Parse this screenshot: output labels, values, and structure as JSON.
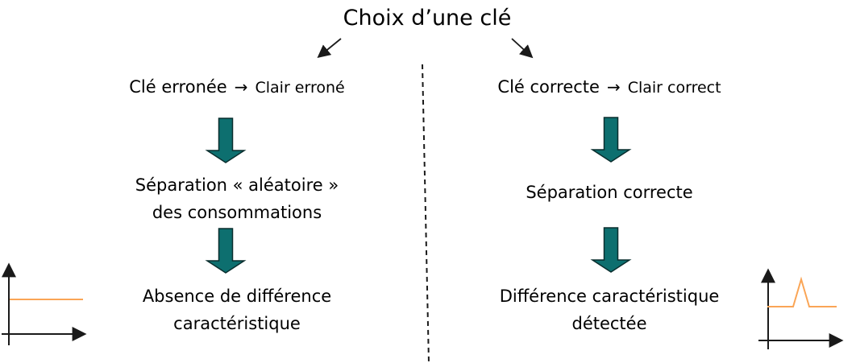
{
  "diagram": {
    "title": "Choix d’une clé",
    "left_branch": {
      "step1": {
        "key": "Clé erronée",
        "arrow": "→",
        "clair": "Clair erroné"
      },
      "step2_line1": "Séparation « aléatoire »",
      "step2_line2": "des consommations",
      "step3_line1": "Absence de différence",
      "step3_line2": "caractéristique"
    },
    "right_branch": {
      "step1": {
        "key": "Clé correcte",
        "arrow": "→",
        "clair": "Clair correct"
      },
      "step2_line1": "Séparation correcte",
      "step3_line1": "Différence caractéristique",
      "step3_line2": "détectée"
    }
  },
  "icons": {
    "flow_arrow": "block-arrow-down",
    "branch_arrow_left": "thin-arrow-down-left",
    "branch_arrow_right": "thin-arrow-down-right",
    "divider": "vertical-dashed-line"
  },
  "colors": {
    "background": "#ffffff",
    "text": "#000000",
    "block_arrow_fill": "#0d6f6f",
    "block_arrow_stroke": "#0a2e2e",
    "signal_line": "#faa556",
    "axis": "#1a1a1a"
  },
  "mini_charts": {
    "left": {
      "type": "line",
      "shape": "flat",
      "description": "constant signal, no peak (absence de différence)",
      "color": "#faa556"
    },
    "right": {
      "type": "line",
      "shape": "flat-with-peak",
      "description": "flat signal with one characteristic peak (différence détectée)",
      "color": "#faa556"
    }
  }
}
